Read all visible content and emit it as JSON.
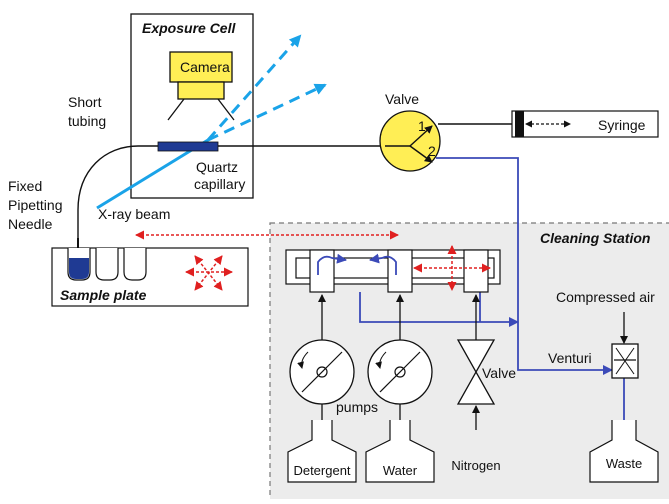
{
  "exposure_cell": {
    "title": "Exposure Cell",
    "camera": "Camera"
  },
  "labels": {
    "short_tubing_1": "Short",
    "short_tubing_2": "tubing",
    "quartz_1": "Quartz",
    "quartz_2": "capillary",
    "xray": "X-ray beam",
    "needle_1": "Fixed",
    "needle_2": "Pipetting",
    "needle_3": "Needle",
    "sample_plate": "Sample plate"
  },
  "valve_top": {
    "label": "Valve",
    "port1": "1",
    "port2": "2"
  },
  "syringe": {
    "label": "Syringe"
  },
  "cleaning_station": {
    "title": "Cleaning Station",
    "compressed_air": "Compressed air",
    "venturi": "Venturi",
    "valve": "Valve",
    "pumps": "pumps",
    "bottles": [
      "Detergent",
      "Water",
      "Nitrogen",
      "Waste"
    ]
  },
  "colors": {
    "yellow": "#ffee55",
    "navy": "#1f3a93",
    "flow_blue": "#3b4ab8",
    "beam": "#1aa3e8",
    "red": "#e02020",
    "panel_bg": "#ececec"
  }
}
